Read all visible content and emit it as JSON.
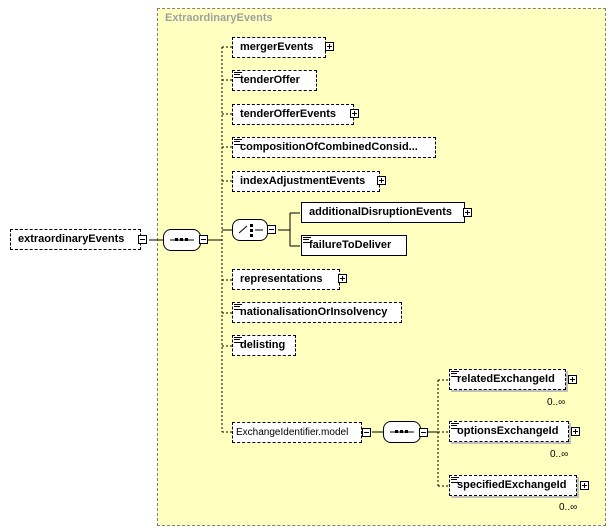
{
  "group": {
    "title": "ExtraordinaryEvents"
  },
  "root": {
    "label": "extraordinaryEvents"
  },
  "elements": {
    "merger_events": "mergerEvents",
    "tender_offer": "tenderOffer",
    "tender_offer_events": "tenderOfferEvents",
    "composition": "compositionOfCombinedConsid...",
    "index_adjustment": "indexAdjustmentEvents",
    "additional_disruption": "additionalDisruptionEvents",
    "failure_to_deliver": "failureToDeliver",
    "representations": "representations",
    "nationalisation": "nationalisationOrInsolvency",
    "delisting": "delisting",
    "exchange_model": "ExchangeIdentifier.model",
    "related_exchange": "relatedExchangeId",
    "options_exchange": "optionsExchangeId",
    "specified_exchange": "specifiedExchangeId"
  },
  "cardinality": {
    "related": "0..∞",
    "options": "0..∞",
    "specified": "0..∞"
  }
}
